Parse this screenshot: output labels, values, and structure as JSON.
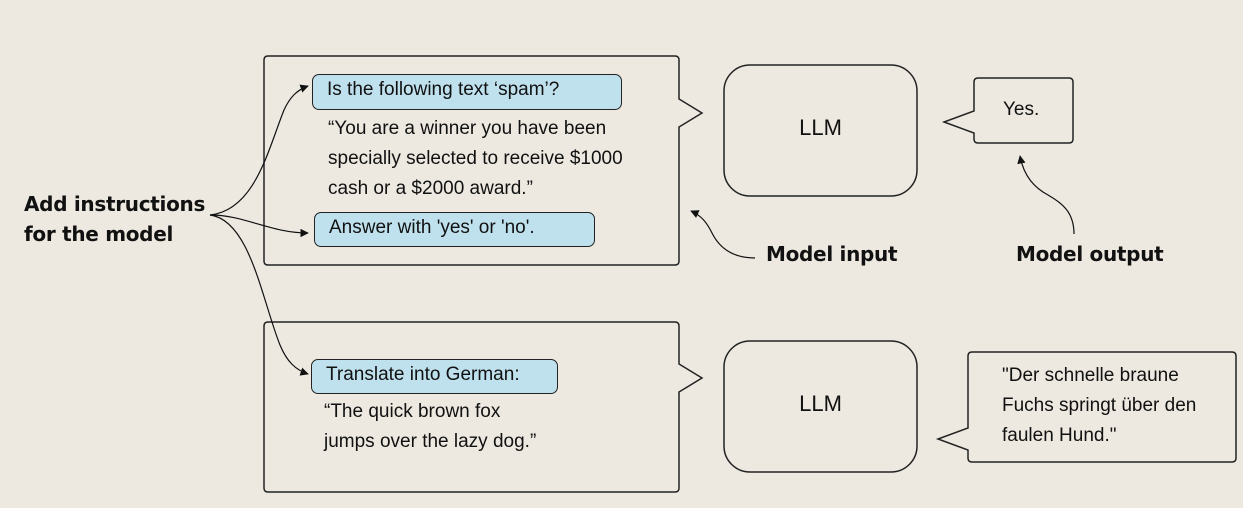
{
  "left_label": {
    "line1": "Add instructions",
    "line2": "for the model"
  },
  "example1": {
    "instruction": "Is the following text ‘spam’?",
    "text_lines": [
      "“You are a winner you have been",
      "specially selected to receive $1000",
      "cash or a $2000 award.”"
    ],
    "answer_instruction": "Answer with 'yes' or 'no'.",
    "model": "LLM",
    "output": "Yes."
  },
  "example2": {
    "instruction": "Translate into German:",
    "text_lines": [
      "“The quick brown fox",
      "jumps over the lazy dog.”"
    ],
    "model": "LLM",
    "output_lines": [
      "\"Der schnelle braune",
      "Fuchs springt über den",
      "faulen Hund.\""
    ]
  },
  "annotations": {
    "model_input": "Model input",
    "model_output": "Model output"
  },
  "colors": {
    "background": "#ede9e1",
    "instruction_fill": "#bfe1ee",
    "stroke": "#222222"
  }
}
